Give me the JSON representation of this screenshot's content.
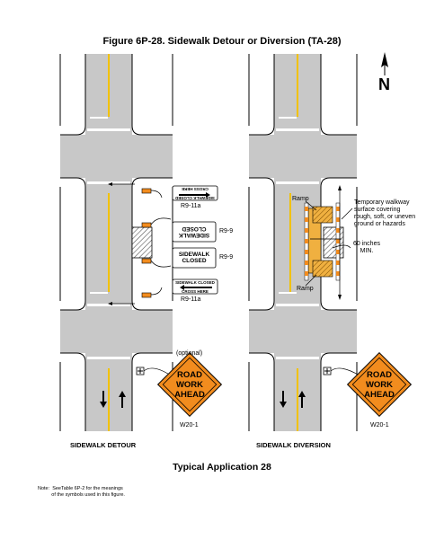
{
  "figure_title": "Figure 6P-28.  Sidewalk Detour or Diversion (TA-28)",
  "subtitle": "Typical Application 28",
  "note": "Note:  SeeTable 6P-2 for the meanings\n          of the symbols used in this figure.",
  "left_panel": {
    "caption": "SIDEWALK DETOUR",
    "optional_label": "(optional)",
    "signs": [
      {
        "code": "R9-11a",
        "text": "CROSS HERE",
        "top_line": "SIDEWALK CLOSED",
        "inverted": true
      },
      {
        "code": "R9-9",
        "text": "SIDEWALK CLOSED",
        "inverted": true
      },
      {
        "code": "R9-9",
        "text": "SIDEWALK CLOSED",
        "inverted": false
      },
      {
        "code": "R9-11a",
        "text": "CROSS HERE",
        "top_line": "SIDEWALK CLOSED",
        "inverted": false
      }
    ],
    "warning_sign": {
      "code": "W20-1",
      "lines": [
        "ROAD",
        "WORK",
        "AHEAD"
      ]
    }
  },
  "right_panel": {
    "caption": "SIDEWALK DIVERSION",
    "ramp_label": "Ramp",
    "walkway_note": "Temporary walkway\nsurface covering\nrough, soft, or uneven\nground or hazards",
    "width_note": "60 inches\nMIN.",
    "north_label": "N",
    "warning_sign": {
      "code": "W20-1",
      "lines": [
        "ROAD",
        "WORK",
        "AHEAD"
      ]
    }
  },
  "colors": {
    "road": "#c8c8c8",
    "sidewalk": "#ffffff",
    "yellow_line": "#f2c200",
    "sign_orange": "#f28c1e",
    "walkway": "#f0b040"
  }
}
